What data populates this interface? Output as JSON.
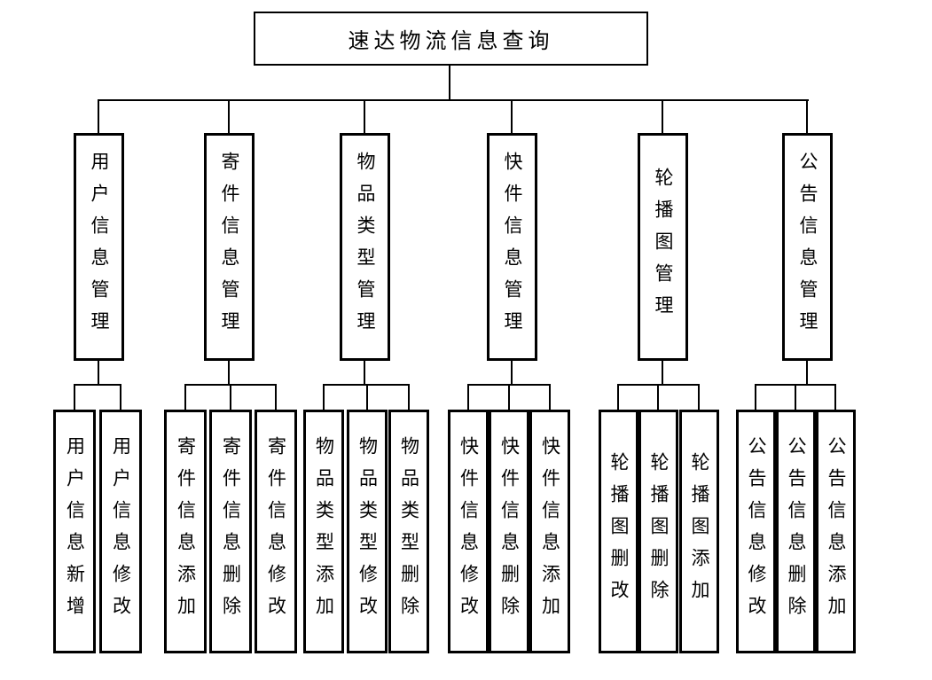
{
  "colors": {
    "background": "#ffffff",
    "line": "#000000",
    "box_border": "#000000",
    "text": "#000000"
  },
  "diagram": {
    "root_label": "速达物流信息查询",
    "groups": [
      {
        "label": "用户信息管理",
        "children": [
          "用户信息新增",
          "用户信息修改"
        ]
      },
      {
        "label": "寄件信息管理",
        "children": [
          "寄件信息添加",
          "寄件信息删除",
          "寄件信息修改"
        ]
      },
      {
        "label": "物品类型管理",
        "children": [
          "物品类型添加",
          "物品类型修改",
          "物品类型删除"
        ]
      },
      {
        "label": "快件信息管理",
        "children": [
          "快件信息修改",
          "快件信息删除",
          "快件信息添加"
        ]
      },
      {
        "label": "轮播图管理",
        "children": [
          "轮播图删改",
          "轮播图删除",
          "轮播图添加"
        ]
      },
      {
        "label": "公告信息管理",
        "children": [
          "公告信息修改",
          "公告信息删除",
          "公告信息添加"
        ]
      }
    ]
  }
}
